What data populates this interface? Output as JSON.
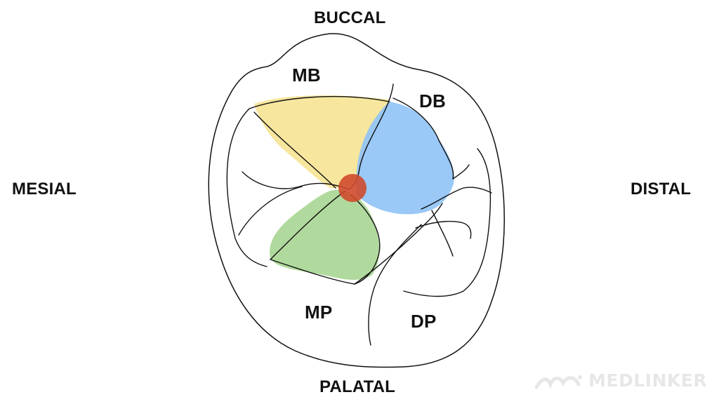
{
  "directions": {
    "buccal": "BUCCAL",
    "palatal": "PALATAL",
    "mesial": "MESIAL",
    "distal": "DISTAL"
  },
  "cusps": {
    "mb": "MB",
    "db": "DB",
    "mp": "MP",
    "dp": "DP"
  },
  "watermark": {
    "text": "MEDLINKER",
    "icon": "medlinker-logo-icon"
  },
  "colors": {
    "outline": "#111111",
    "mb_region": "#f6e394",
    "db_region": "#8fc3f7",
    "mp_region": "#acd898",
    "central_point": "#cf4a2c"
  }
}
